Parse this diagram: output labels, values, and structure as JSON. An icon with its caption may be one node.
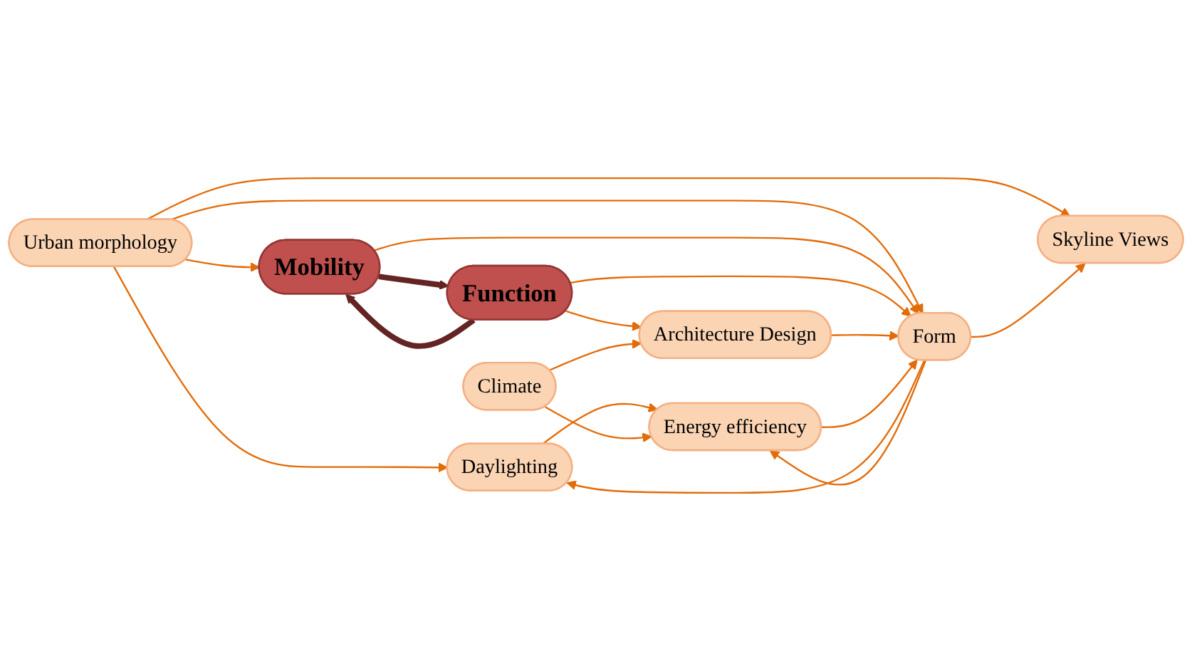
{
  "diagram": {
    "nodes": [
      {
        "text": [
          "Urban morphology"
        ]
      },
      {
        "text": [
          "Skyline Views"
        ]
      },
      {
        "text": [
          "Form"
        ]
      },
      {
        "text": [
          "Daylighting"
        ]
      },
      {
        "text": [
          "Mobility"
        ]
      },
      {
        "text": [
          "Architecture Design"
        ]
      },
      {
        "text": [
          "Energy efficiency"
        ]
      },
      {
        "text": [
          "Function"
        ]
      },
      {
        "text": [
          "Climate"
        ]
      }
    ],
    "edges": [
      {
        "from": 0,
        "to": 1,
        "arrow": "to"
      },
      {
        "from": 0,
        "to": 3,
        "arrow": "to"
      },
      {
        "from": 0,
        "to": 2,
        "arrow": "to"
      },
      {
        "from": 0,
        "to": 4,
        "arrow": "to"
      },
      {
        "from": 4,
        "to": 2,
        "arrow": "to"
      },
      {
        "from": 4,
        "to": 7,
        "arrow": "to",
        "style": "thick",
        "color": "#632423"
      },
      {
        "from": 7,
        "to": 4,
        "arrow": "to",
        "style": "thick",
        "color": "#632423"
      },
      {
        "from": 7,
        "to": 2,
        "arrow": "to"
      },
      {
        "from": 7,
        "to": 5,
        "arrow": "to"
      },
      {
        "from": 5,
        "to": 2,
        "arrow": "to"
      },
      {
        "from": 2,
        "to": 1,
        "arrow": "to"
      },
      {
        "from": 2,
        "to": 3,
        "arrow": "to"
      },
      {
        "from": 2,
        "to": 6,
        "arrow": "to"
      },
      {
        "from": 6,
        "to": 2,
        "arrow": "to"
      },
      {
        "from": 3,
        "to": 6,
        "arrow": "to"
      },
      {
        "from": 8,
        "to": 5,
        "arrow": "to"
      },
      {
        "from": 8,
        "to": 6,
        "arrow": "to"
      }
    ]
  }
}
